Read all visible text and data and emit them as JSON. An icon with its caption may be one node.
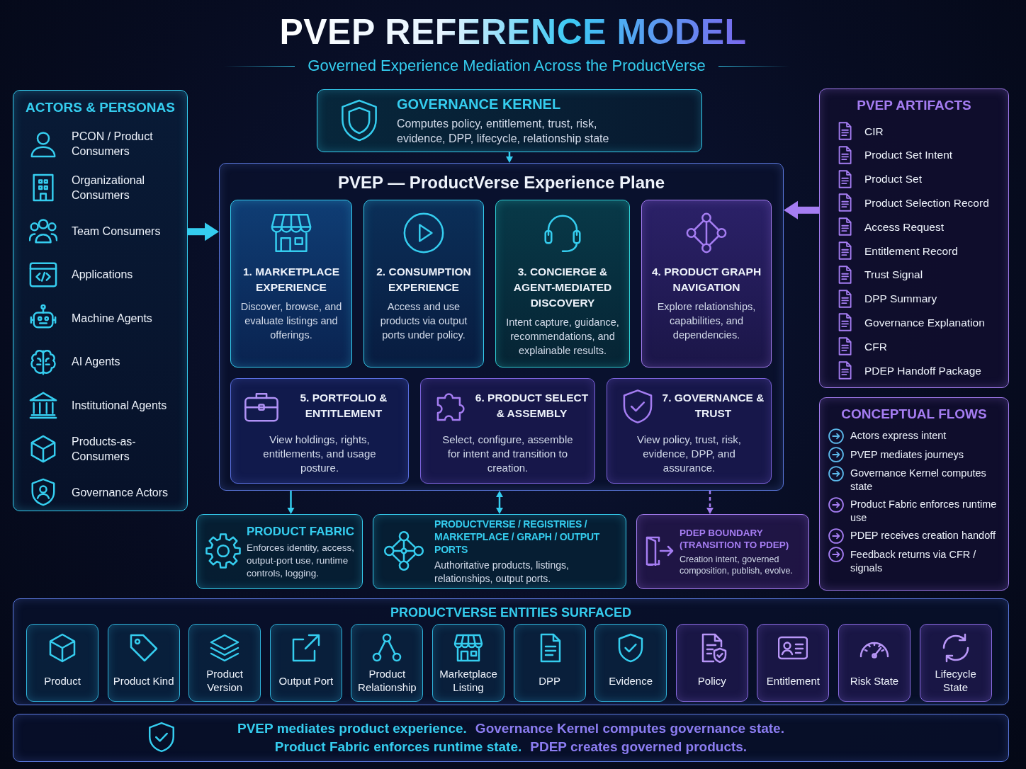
{
  "diagram": {
    "title": "PVEP REFERENCE MODEL",
    "nodes": [
      {
        "text": [
          "ACTORS & PERSONAS",
          "PCON / Product Consumers",
          "Organizational Consumers",
          "Team Consumers",
          "Applications",
          "Machine Agents",
          "AI Agents",
          "Institutional Agents",
          "Products-as-Consumers",
          "Governance Actors"
        ]
      },
      {
        "text": [
          "GOVERNANCE KERNEL",
          "Computes policy, entitlement, trust, risk, evidence, DPP, lifecycle, relationship state"
        ]
      },
      {
        "text": [
          "PVEP — ProductVerse Experience Plane"
        ]
      },
      {
        "text": [
          "1. MARKETPLACE EXPERIENCE",
          "Discover, browse, and evaluate listings and offerings."
        ],
        "in": 2
      },
      {
        "text": [
          "2. CONSUMPTION EXPERIENCE",
          "Access and use products via output ports under policy."
        ],
        "in": 2
      },
      {
        "text": [
          "3. CONCIERGE & AGENT-MEDIATED DISCOVERY",
          "Intent capture, guidance, recommendations, and explainable results."
        ],
        "in": 2
      },
      {
        "text": [
          "4. PRODUCT GRAPH NAVIGATION",
          "Explore relationships, capabilities, and dependencies."
        ],
        "in": 2
      },
      {
        "text": [
          "5. PORTFOLIO & ENTITLEMENT",
          "View holdings, rights, entitlements, and usage posture."
        ],
        "in": 2
      },
      {
        "text": [
          "6. PRODUCT SELECT & ASSEMBLY",
          "Select, configure, assemble for intent and transition to creation."
        ],
        "in": 2
      },
      {
        "text": [
          "7. GOVERNANCE & TRUST",
          "View policy, trust, risk, evidence, DPP, and assurance."
        ],
        "in": 2
      },
      {
        "text": [
          "PVEP ARTIFACTS",
          "CIR",
          "Product Set Intent",
          "Product Set",
          "Product Selection Record",
          "Access Request",
          "Entitlement Record",
          "Trust Signal",
          "DPP Summary",
          "Governance Explanation",
          "CFR",
          "PDEP Handoff Package"
        ]
      },
      {
        "text": [
          "CONCEPTUAL FLOWS",
          "Actors express intent",
          "PVEP mediates journeys",
          "Governance Kernel computes state",
          "Product Fabric enforces runtime use",
          "PDEP receives creation handoff",
          "Feedback returns via CFR / signals"
        ]
      },
      {
        "text": [
          "PRODUCT FABRIC",
          "Enforces identity, access, output-port use, runtime controls, logging."
        ]
      },
      {
        "text": [
          "PRODUCTVERSE / REGISTRIES / MARKETPLACE / GRAPH / OUTPUT PORTS",
          "Authoritative products, listings, relationships, output ports."
        ]
      },
      {
        "text": [
          "PDEP BOUNDARY (TRANSITION TO PDEP)",
          "Creation intent, governed composition, publish, evolve."
        ]
      },
      {
        "text": [
          "PRODUCTVERSE ENTITIES SURFACED"
        ]
      },
      {
        "text": [
          "Product"
        ],
        "in": 15
      },
      {
        "text": [
          "Product Kind"
        ],
        "in": 15
      },
      {
        "text": [
          "Product Version"
        ],
        "in": 15
      },
      {
        "text": [
          "Output Port"
        ],
        "in": 15
      },
      {
        "text": [
          "Product Relationship"
        ],
        "in": 15
      },
      {
        "text": [
          "Marketplace Listing"
        ],
        "in": 15
      },
      {
        "text": [
          "DPP"
        ],
        "in": 15
      },
      {
        "text": [
          "Evidence"
        ],
        "in": 15
      },
      {
        "text": [
          "Policy"
        ],
        "in": 15
      },
      {
        "text": [
          "Entitlement"
        ],
        "in": 15
      },
      {
        "text": [
          "Risk State"
        ],
        "in": 15
      },
      {
        "text": [
          "Lifecycle State"
        ],
        "in": 15
      },
      {
        "text": [
          "PVEP mediates product experience.",
          "Governance Kernel computes governance state.",
          "Product Fabric enforces runtime state.",
          "PDEP creates governed products."
        ]
      }
    ],
    "edges": [
      {
        "from": 0,
        "to": 2,
        "arrow": "to",
        "style": "thick"
      },
      {
        "from": 1,
        "to": 2,
        "arrow": "to"
      },
      {
        "from": 10,
        "to": 2,
        "arrow": "to",
        "style": "thick",
        "color": "#a57df2"
      },
      {
        "from": 2,
        "to": 12,
        "arrow": "to"
      },
      {
        "from": 2,
        "to": 13,
        "arrow": "both"
      },
      {
        "from": 2,
        "to": 14,
        "arrow": "to",
        "style": "dashed",
        "color": "#a57df2"
      }
    ],
    "labels": [
      "Governed Experience Mediation Across the ProductVerse"
    ]
  }
}
